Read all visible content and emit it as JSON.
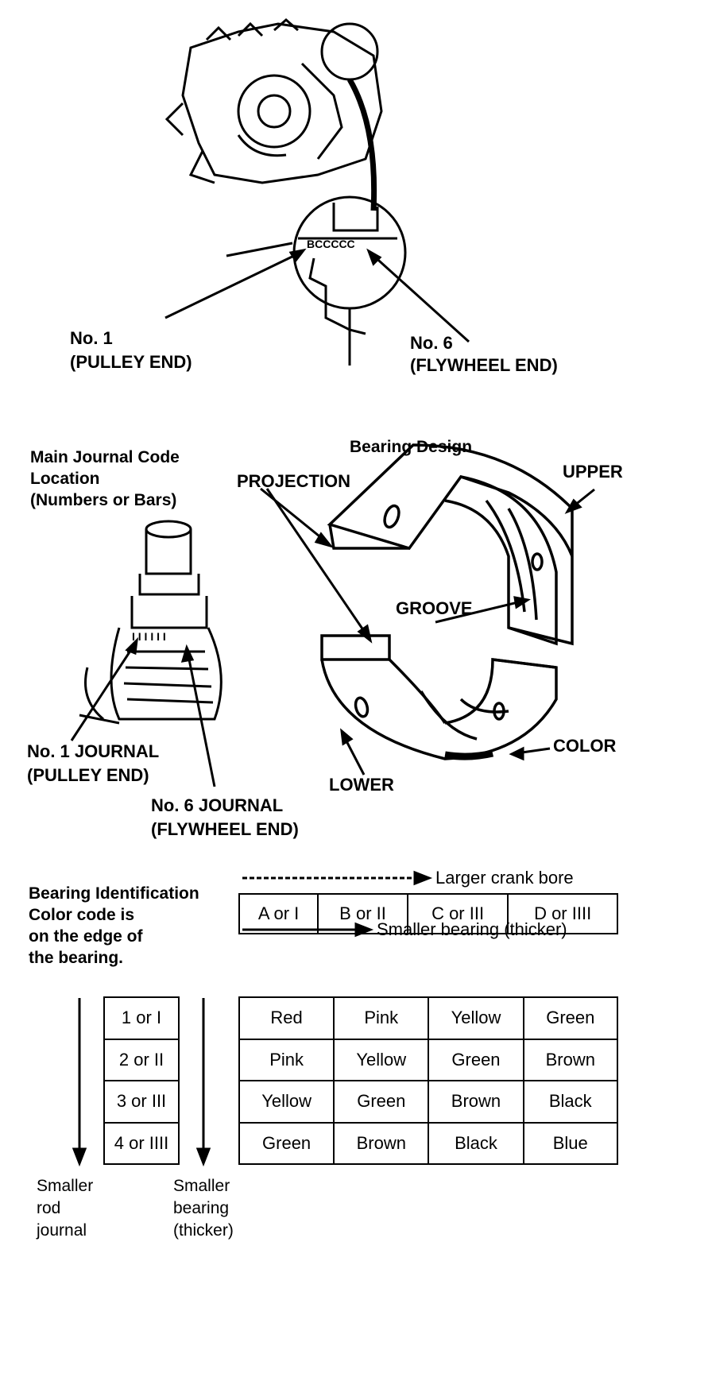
{
  "top": {
    "no1_line1": "No. 1",
    "no1_line2": "(PULLEY END)",
    "no6_line1": "No. 6",
    "no6_line2": "(FLYWHEEL END)",
    "code_marks": "BCCCCC"
  },
  "middle": {
    "journal_title_1": "Main Journal Code",
    "journal_title_2": "Location",
    "journal_title_3": "(Numbers or Bars)",
    "bearing_design": "Bearing Design",
    "projection": "PROJECTION",
    "upper": "UPPER",
    "groove": "GROOVE",
    "color": "COLOR",
    "lower": "LOWER",
    "no1_journal_1": "No. 1 JOURNAL",
    "no1_journal_2": "(PULLEY END)",
    "no6_journal_1": "No. 6 JOURNAL",
    "no6_journal_2": "(FLYWHEEL END)"
  },
  "bottom": {
    "id_text": [
      "Bearing Identification",
      "Color code is",
      "on the edge of",
      "the bearing."
    ],
    "larger_crank_bore": "Larger crank bore",
    "smaller_bearing_top": "Smaller bearing (thicker)",
    "crank_bore_codes": [
      "A or I",
      "B or II",
      "C or III",
      "D or IIII"
    ],
    "rod_codes": [
      "1 or I",
      "2 or II",
      "3 or III",
      "4 or IIII"
    ],
    "color_table": [
      [
        "Red",
        "Pink",
        "Yellow",
        "Green"
      ],
      [
        "Pink",
        "Yellow",
        "Green",
        "Brown"
      ],
      [
        "Yellow",
        "Green",
        "Brown",
        "Black"
      ],
      [
        "Green",
        "Brown",
        "Black",
        "Blue"
      ]
    ],
    "smaller_rod": [
      "Smaller",
      "rod",
      "journal"
    ],
    "smaller_bearing_side": [
      "Smaller",
      "bearing",
      "(thicker)"
    ]
  }
}
